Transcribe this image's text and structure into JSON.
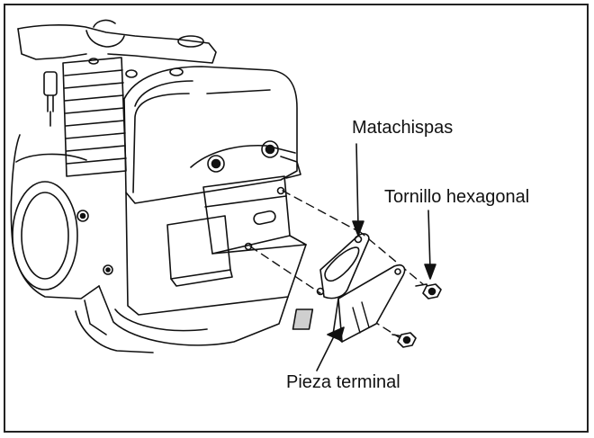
{
  "labels": {
    "spark_arrester": "Matachispas",
    "hex_bolt": "Tornillo hexagonal",
    "end_piece": "Pieza terminal"
  },
  "colors": {
    "line": "#111111",
    "shade": "#cfcfcf",
    "frame": "#222222"
  }
}
